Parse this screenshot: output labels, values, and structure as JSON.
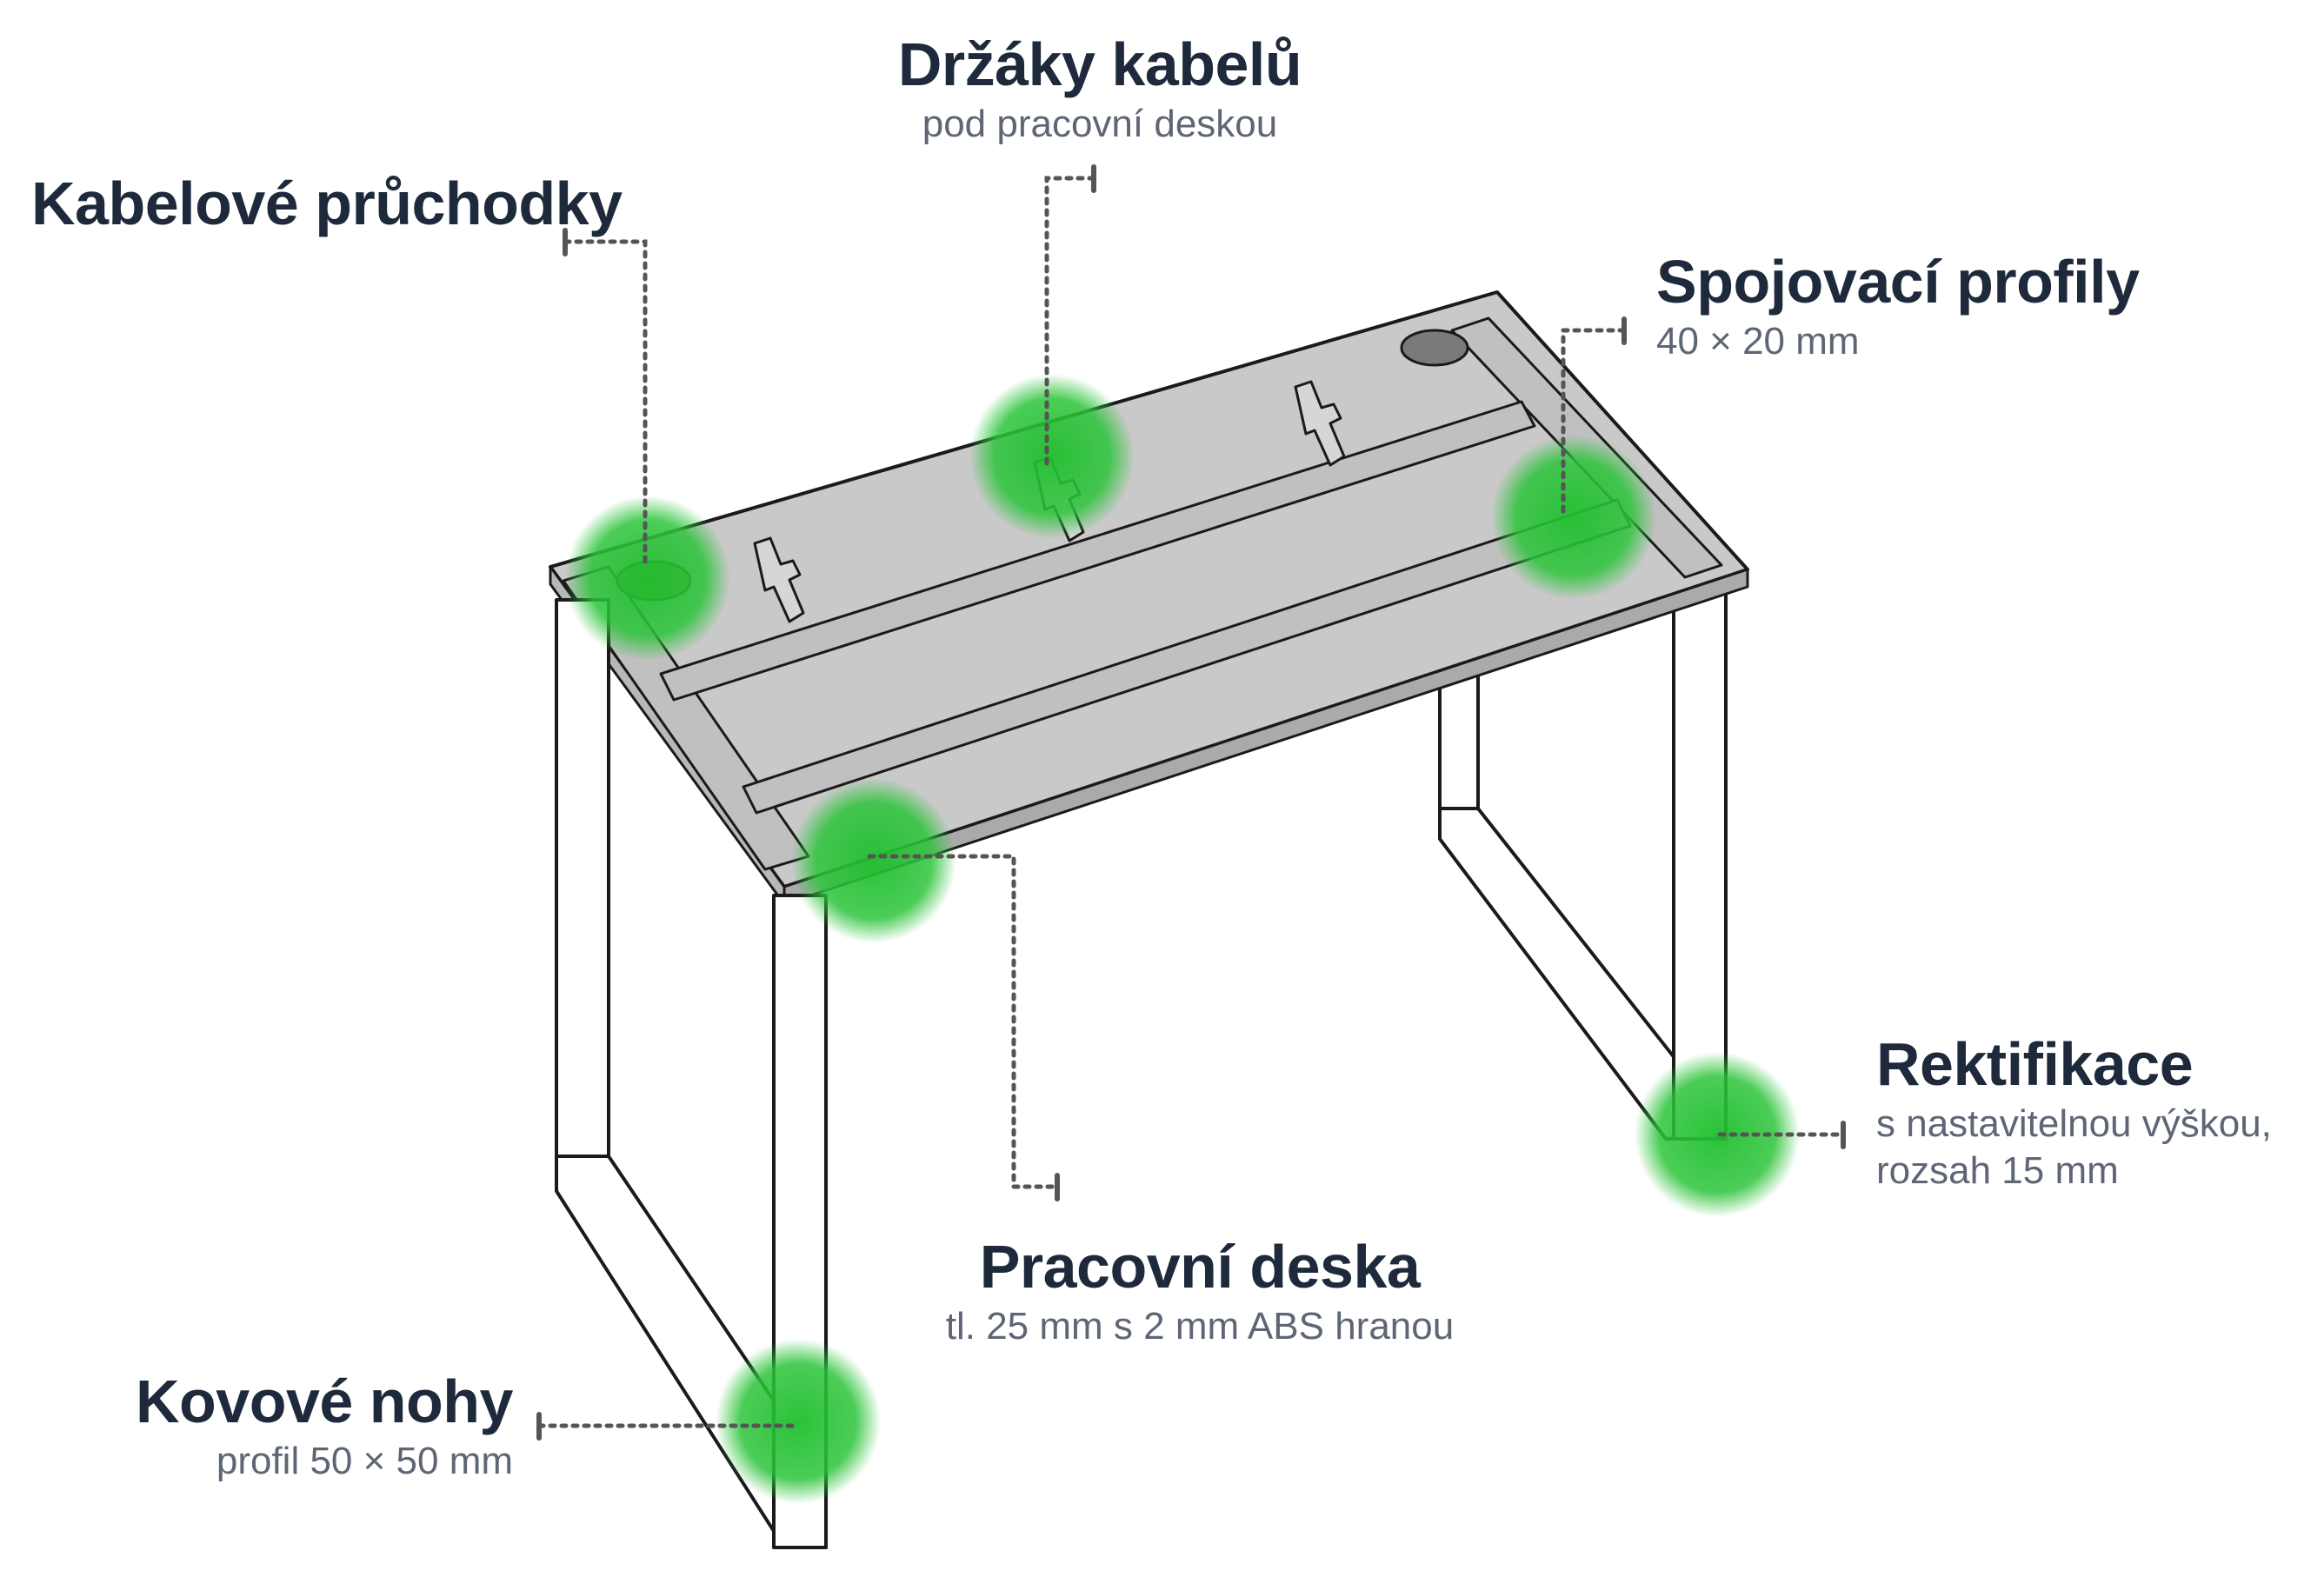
{
  "callouts": {
    "cable_grommets": {
      "title": "Kabelové průchodky",
      "subtitle": ""
    },
    "cable_holders": {
      "title": "Držáky kabelů",
      "subtitle": "pod pracovní deskou"
    },
    "connecting_profiles": {
      "title": "Spojovací profily",
      "subtitle": "40 × 20 mm"
    },
    "leveling": {
      "title": "Rektifikace",
      "subtitle_line1": "s nastavitelnou výškou,",
      "subtitle_line2": "rozsah 15 mm"
    },
    "worktop": {
      "title": "Pracovní deska",
      "subtitle": "tl. 25 mm s 2 mm ABS hranou"
    },
    "metal_legs": {
      "title": "Kovové nohy",
      "subtitle": "profil 50 × 50 mm"
    }
  },
  "colors": {
    "text_title": "#1e2a3b",
    "text_subtitle": "#5e6675",
    "leader_line": "#555555",
    "highlight": "#1fbf2e",
    "tabletop_fill": "#c9c9c9",
    "grommet_left": "#8a7443",
    "grommet_right": "#7a7a7a",
    "outline": "#1a1a1a"
  }
}
